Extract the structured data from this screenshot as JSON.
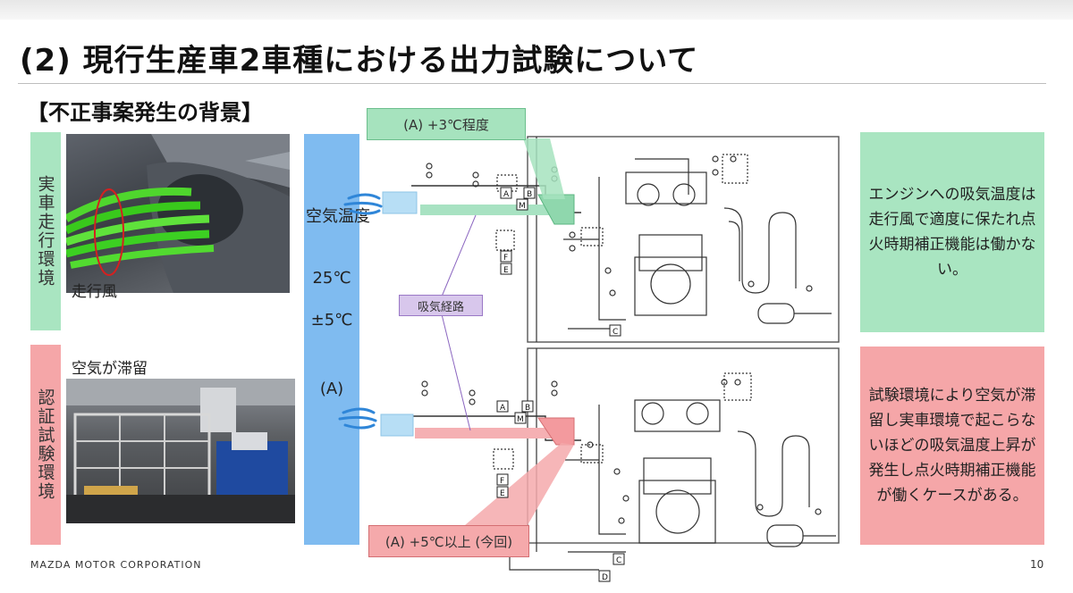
{
  "slide": {
    "title": "(2) 現行生産車2車種における出力試験について",
    "subtitle": "【不正事案発生の背景】",
    "real_env_label": "実車走行環境",
    "cert_env_label": "認証試験環境",
    "wind_label": "走行風",
    "stagnation_label": "空気が滞留",
    "air_temp_label": "空気温度",
    "temp_value": "25℃",
    "temp_tolerance": "±5℃",
    "temp_marker": "(A)",
    "callout_top": "(A) +3℃程度",
    "callout_bottom": "(A) +5℃以上 (今回)",
    "intake_route_label": "吸気経路",
    "info_top": "エンジンへの吸気温度は走行風で適度に保たれ点火時期補正機能は働かない。",
    "info_bottom": "試験環境により空気が滞留し実車環境で起こらないほどの吸気温度上昇が発生し点火時期補正機能が働くケースがある。",
    "footer_company": "MAZDA MOTOR CORPORATION",
    "page_number": "10",
    "diagram_letters": [
      "A",
      "B",
      "M",
      "F",
      "E",
      "C",
      "D"
    ],
    "colors": {
      "green": "#a9e5c1",
      "pink": "#f5a6a8",
      "blue": "#7fbbf0",
      "purple": "#d8c7ec",
      "wind_icon": "#2f86d8"
    }
  }
}
